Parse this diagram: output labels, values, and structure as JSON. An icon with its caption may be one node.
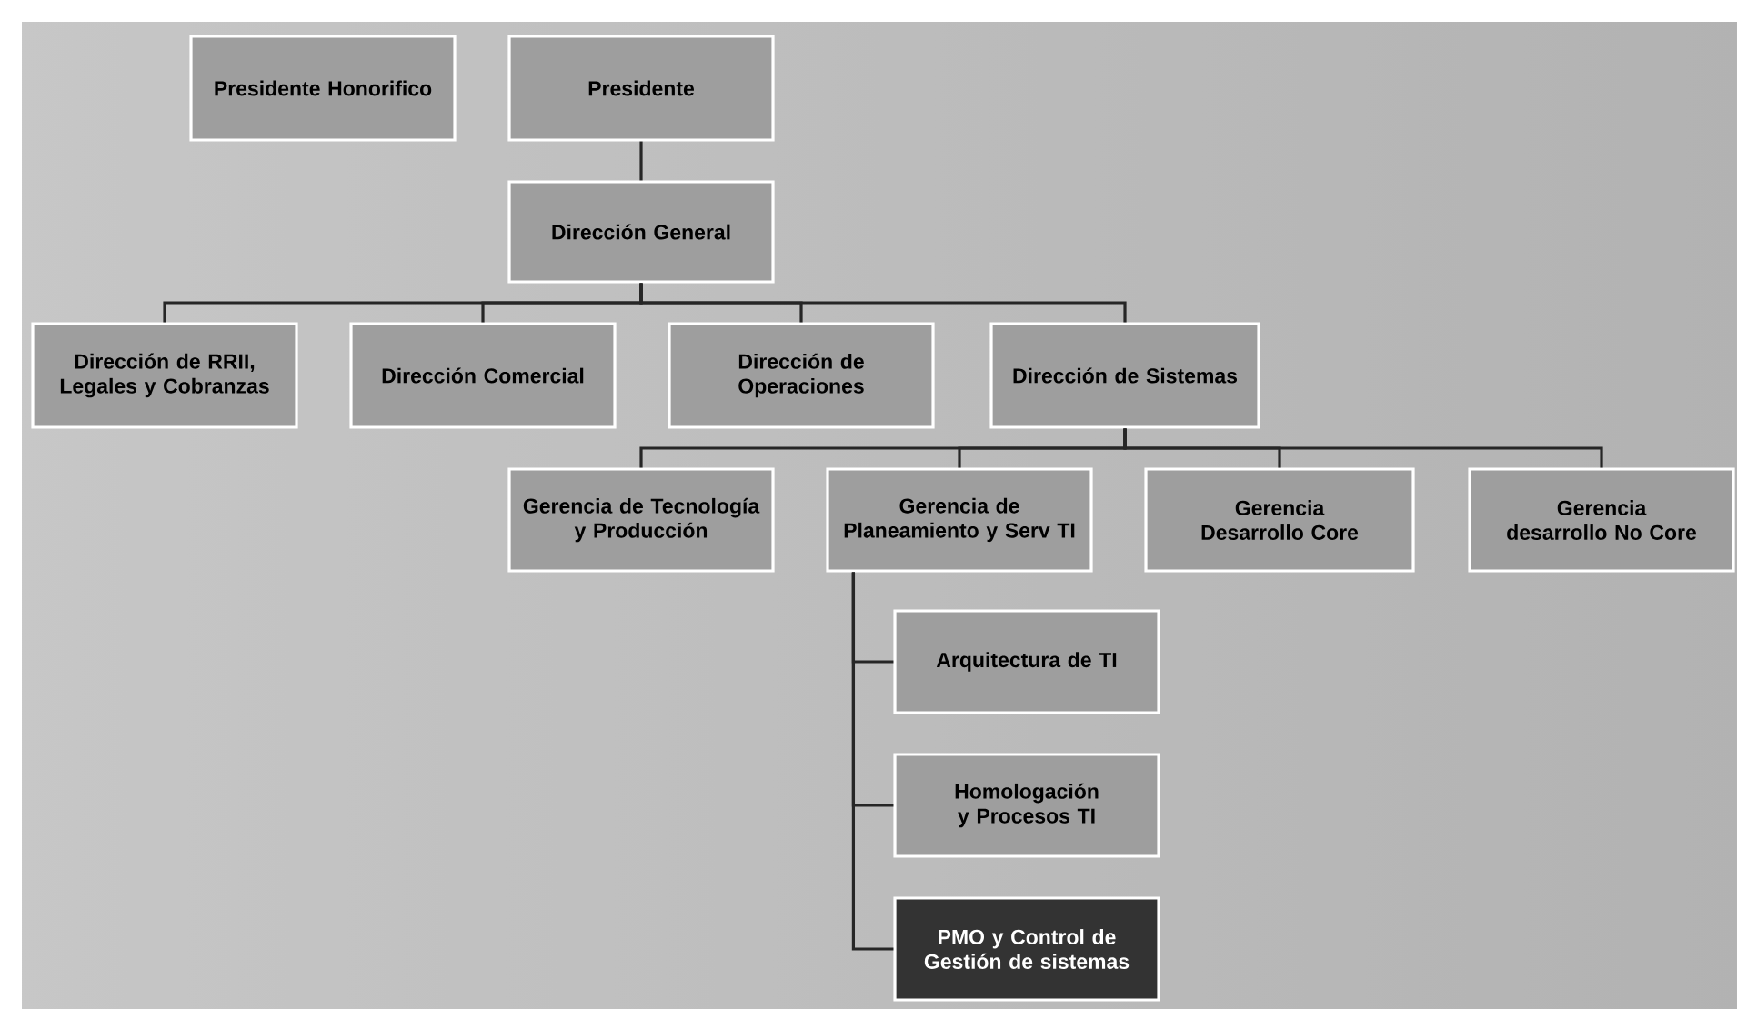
{
  "diagram": {
    "nodes": [
      {
        "text": [
          "Presidente Honorifico"
        ]
      },
      {
        "text": [
          "Presidente"
        ]
      },
      {
        "text": [
          "Dirección General"
        ]
      },
      {
        "text": [
          "Dirección de RRII, Legales y Cobranzas"
        ]
      },
      {
        "text": [
          "Dirección Comercial"
        ]
      },
      {
        "text": [
          "Dirección de Operaciones"
        ]
      },
      {
        "text": [
          "Dirección de Sistemas"
        ]
      },
      {
        "text": [
          "Gerencia de Tecnología y Producción"
        ]
      },
      {
        "text": [
          "Gerencia de Planeamiento y Serv TI"
        ]
      },
      {
        "text": [
          "Gerencia Desarrollo Core"
        ]
      },
      {
        "text": [
          "Gerencia desarrollo No Core"
        ]
      },
      {
        "text": [
          "Arquitectura de TI"
        ]
      },
      {
        "text": [
          "Homologación y Procesos TI"
        ]
      },
      {
        "text": [
          "PMO y Control de Gestión de sistemas"
        ]
      }
    ],
    "edges": [
      {
        "from": 1,
        "to": 2,
        "arrow": "none"
      },
      {
        "from": 2,
        "to": 3,
        "arrow": "none"
      },
      {
        "from": 2,
        "to": 4,
        "arrow": "none"
      },
      {
        "from": 2,
        "to": 5,
        "arrow": "none"
      },
      {
        "from": 2,
        "to": 6,
        "arrow": "none"
      },
      {
        "from": 6,
        "to": 7,
        "arrow": "none"
      },
      {
        "from": 6,
        "to": 8,
        "arrow": "none"
      },
      {
        "from": 6,
        "to": 9,
        "arrow": "none"
      },
      {
        "from": 6,
        "to": 10,
        "arrow": "none"
      },
      {
        "from": 8,
        "to": 11,
        "arrow": "none"
      },
      {
        "from": 8,
        "to": 12,
        "arrow": "none"
      },
      {
        "from": 8,
        "to": 13,
        "arrow": "none"
      }
    ]
  }
}
